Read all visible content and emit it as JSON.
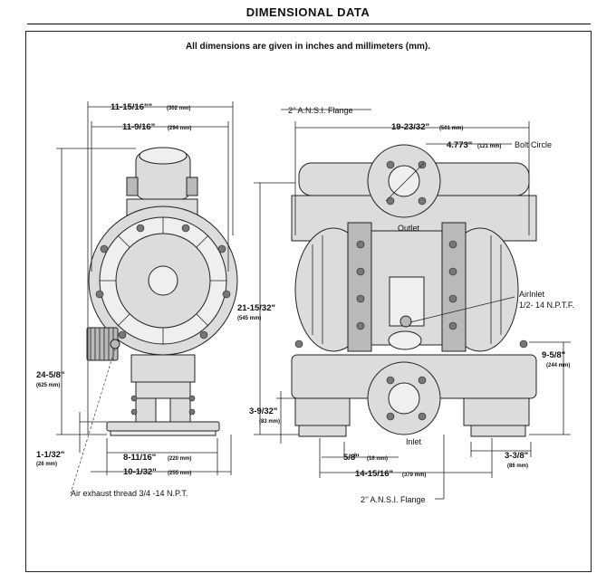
{
  "title": "DIMENSIONAL DATA",
  "note": "All dimensions are given in inches and millimeters (mm).",
  "left_view": {
    "dim_width_top": {
      "in": "11-15/16\"\"",
      "mm": "(302 mm)"
    },
    "dim_width_2": {
      "in": "11-9/16\"",
      "mm": "(294 mm)"
    },
    "dim_height": {
      "in": "24-5/8\"",
      "mm": "(625 mm)"
    },
    "dim_base_height": {
      "in": "1-1/32\"",
      "mm": "(26 mm)"
    },
    "dim_base_1": {
      "in": "8-11/16\"",
      "mm": "(220 mm)"
    },
    "dim_base_2": {
      "in": "10-1/32\"",
      "mm": "(255 mm)"
    },
    "air_exhaust": "Air exhaust thread 3/4 -14 N.P.T."
  },
  "right_view": {
    "flange_top": "2’’ A.N.S.I. Flange",
    "dim_width": {
      "in": "19-23/32\"",
      "mm": "(501 mm)"
    },
    "bolt_circle": {
      "in": "4.773\"",
      "mm": "(121 mm)",
      "label": "Bolt Circle"
    },
    "outlet": "Outlet",
    "dim_height": {
      "in": "21-15/32\"",
      "mm": "(545 mm)"
    },
    "air_inlet": "AirInlet",
    "air_inlet_thread": "1/2- 14 N.P.T.F.",
    "dim_right_height": {
      "in": "9-5/8\"",
      "mm": "(244 mm)"
    },
    "dim_inlet_height": {
      "in": "3-9/32\"",
      "mm": "(83 mm)"
    },
    "inlet": "Inlet",
    "dim_offset": {
      "in": "5/8\"",
      "mm": "(16 mm)"
    },
    "dim_foot": {
      "in": "3-3/8\"",
      "mm": "(86 mm)"
    },
    "dim_base": {
      "in": "14-15/16\"",
      "mm": "(379 mm)"
    },
    "flange_bottom": "2’’ A.N.S.I. Flange"
  }
}
